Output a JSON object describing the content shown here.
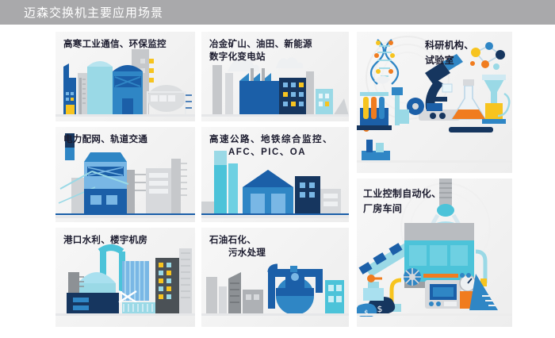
{
  "header": {
    "title": "迈森交换机主要应用场景"
  },
  "panels": [
    {
      "id": "cold-industrial",
      "label_line1": "高寒工业通信、环保监控",
      "label_line2": ""
    },
    {
      "id": "metallurgy-mining",
      "label_line1": "冶金矿山、油田、新能源",
      "label_line2": "数字化变电站"
    },
    {
      "id": "research-lab",
      "label_line1": "科研机构、",
      "label_line2": "试验室"
    },
    {
      "id": "power-rail",
      "label_line1": "电力配网、轨道交通",
      "label_line2": ""
    },
    {
      "id": "highway-metro",
      "label_line1": "高速公路、地铁综合监控、",
      "label_line2": "AFC、PIC、OA"
    },
    {
      "id": "port-building",
      "label_line1": "港口水利、楼宇机房",
      "label_line2": ""
    },
    {
      "id": "petro-sewage",
      "label_line1": "石油石化、",
      "label_line2": "污水处理"
    },
    {
      "id": "industrial-automation",
      "label_line1": "工业控制自动化、",
      "label_line2": "厂房车间"
    }
  ],
  "colors": {
    "header_bg": "#a9a9ab",
    "header_text": "#ffffff",
    "panel_bg": "#f4f4f4",
    "label_text": "#1b1b2e",
    "deep_blue": "#1b5fa8",
    "navy": "#16365f",
    "mid_blue": "#2f86c5",
    "light_blue": "#7fc8e8",
    "cyan": "#4cc3d9",
    "pale_cyan": "#a9e0ef",
    "gray": "#b9bcc0",
    "light_gray": "#d7d9dc",
    "yellow": "#f7c41f",
    "orange": "#f07c1f"
  }
}
